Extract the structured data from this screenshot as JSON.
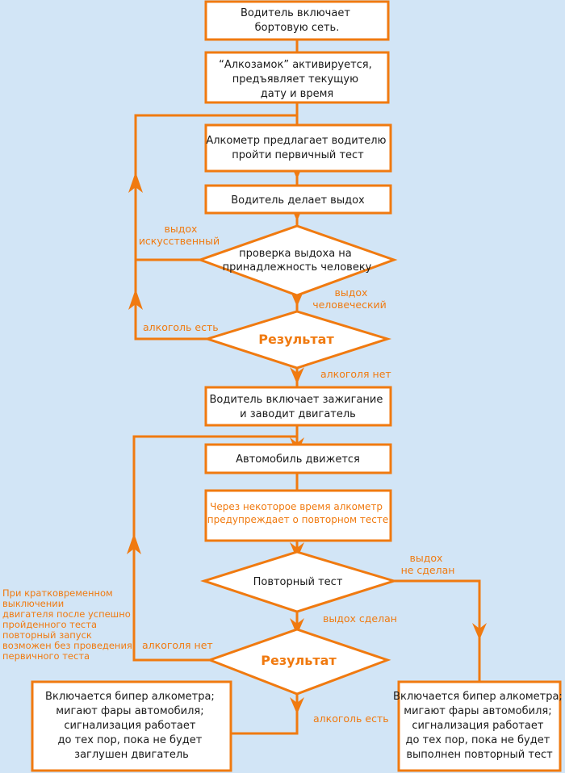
{
  "colors": {
    "background": "#d2e5f6",
    "accent": "#f07a10",
    "box_fill": "#ffffff",
    "text": "#1a1a1a"
  },
  "boxes": {
    "power_on": [
      "Водитель включает",
      "бортовую сеть."
    ],
    "alcolock_activates": [
      "“Алкозамок” активируется,",
      "предъявляет текущую",
      "дату и время"
    ],
    "primary_test_offer": [
      "Алкометр предлагает водителю",
      "пройти первичный тест"
    ],
    "driver_exhales": [
      "Водитель делает выдох"
    ],
    "ignition": [
      "Водитель включает зажигание",
      "и заводит двигатель"
    ],
    "car_moves": [
      "Автомобиль движется"
    ],
    "retest_warning": [
      "Через некоторое время алкометр",
      "предупреждает о повторном тесте"
    ],
    "alarm_until_engine_off": [
      "Включается бипер алкометра;",
      "мигают фары автомобиля;",
      "сигнализация работает",
      "до тех пор, пока не будет",
      "заглушен двигатель"
    ],
    "alarm_until_retest": [
      "Включается бипер алкометра;",
      "мигают фары автомобиля;",
      "сигнализация работает",
      "до тех пор, пока не будет",
      "выполнен повторный тест"
    ]
  },
  "decisions": {
    "human_check": [
      "проверка выдоха на",
      "принадлежность человеку"
    ],
    "result_1": [
      "Результат"
    ],
    "repeat_test": [
      "Повторный тест"
    ],
    "result_2": [
      "Результат"
    ]
  },
  "labels": {
    "artificial_exhale": [
      "выдох",
      "искусственный"
    ],
    "human_exhale": [
      "выдох",
      "человеческий"
    ],
    "alcohol_present_1": [
      "алкоголь есть"
    ],
    "no_alcohol_1": [
      "алкоголя нет"
    ],
    "exhale_not_done": [
      "выдох",
      "не сделан"
    ],
    "exhale_done": [
      "выдох сделан"
    ],
    "no_alcohol_2": [
      "алкоголя нет"
    ],
    "alcohol_present_2": [
      "алкоголь есть"
    ]
  },
  "note": [
    "При кратковременном",
    "выключении",
    "двигателя после успешно",
    "пройденного теста",
    "повторный запуск",
    "возможен без проведения",
    "первичного теста"
  ]
}
